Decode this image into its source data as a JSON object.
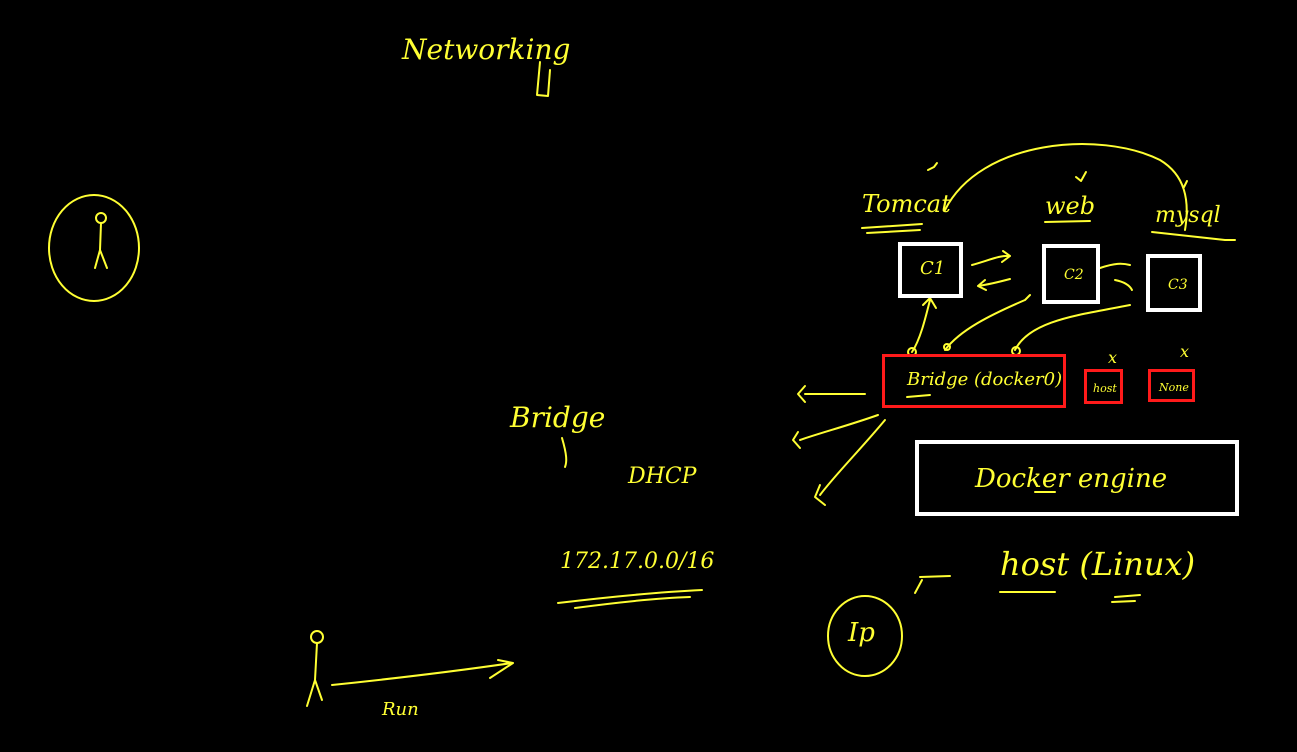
{
  "title": "Networking",
  "notes": {
    "bridge": "Bridge",
    "dhcp": "DHCP",
    "subnet": "172.17.0.0/16",
    "run": "Run",
    "host_linux": "host (Linux)",
    "ip": "Ip"
  },
  "containers": {
    "c1": {
      "name": "Tomcat",
      "label": "C1"
    },
    "c2": {
      "name": "web",
      "label": "C2"
    },
    "c3": {
      "name": "mysql",
      "label": "C3"
    }
  },
  "networks": {
    "bridge": "Bridge (docker0)",
    "host": "host",
    "none": "None",
    "host_mark": "x",
    "none_mark": "x"
  },
  "engine": "Docker engine",
  "colors": {
    "ink": "#ffff33",
    "box_white": "#ffffff",
    "box_red": "#ff1a1a",
    "background": "#000000"
  }
}
